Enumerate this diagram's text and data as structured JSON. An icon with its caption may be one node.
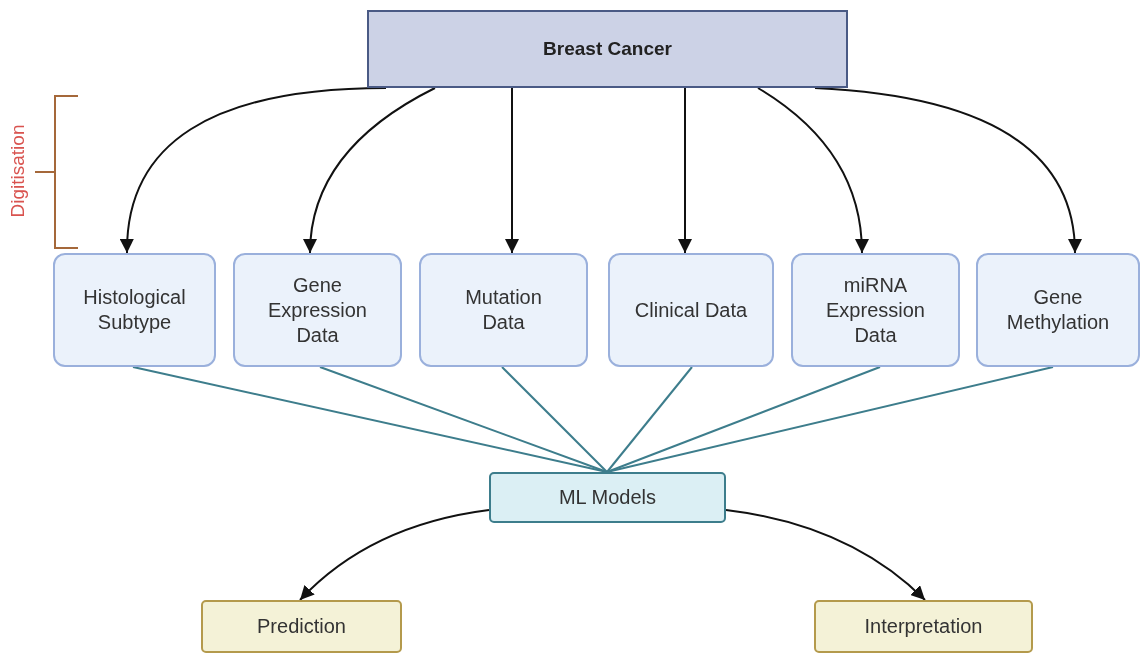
{
  "diagram": {
    "nodes": [
      {
        "text": [
          "Breast Cancer"
        ]
      },
      {
        "text": [
          "Histological Subtype"
        ]
      },
      {
        "text": [
          "Gene Expression Data"
        ]
      },
      {
        "text": [
          "Mutation Data"
        ]
      },
      {
        "text": [
          "Clinical Data"
        ]
      },
      {
        "text": [
          "miRNA Expression Data"
        ]
      },
      {
        "text": [
          "Gene Methylation"
        ]
      },
      {
        "text": [
          "ML Models"
        ]
      },
      {
        "text": [
          "Prediction"
        ]
      },
      {
        "text": [
          "Interpretation"
        ]
      }
    ],
    "edges": [
      {
        "from": 0,
        "to": 1,
        "arrow": "to"
      },
      {
        "from": 0,
        "to": 2,
        "arrow": "to"
      },
      {
        "from": 0,
        "to": 3,
        "arrow": "to"
      },
      {
        "from": 0,
        "to": 4,
        "arrow": "to"
      },
      {
        "from": 0,
        "to": 5,
        "arrow": "to"
      },
      {
        "from": 0,
        "to": 6,
        "arrow": "to"
      },
      {
        "from": 1,
        "to": 7,
        "arrow": "none",
        "color": "#3d7d8c"
      },
      {
        "from": 2,
        "to": 7,
        "arrow": "none",
        "color": "#3d7d8c"
      },
      {
        "from": 3,
        "to": 7,
        "arrow": "none",
        "color": "#3d7d8c"
      },
      {
        "from": 4,
        "to": 7,
        "arrow": "none",
        "color": "#3d7d8c"
      },
      {
        "from": 5,
        "to": 7,
        "arrow": "none",
        "color": "#3d7d8c"
      },
      {
        "from": 6,
        "to": 7,
        "arrow": "none",
        "color": "#3d7d8c"
      },
      {
        "from": 7,
        "to": 8,
        "arrow": "to"
      },
      {
        "from": 7,
        "to": 9,
        "arrow": "to"
      }
    ],
    "labels": [
      "Digitisation"
    ]
  }
}
